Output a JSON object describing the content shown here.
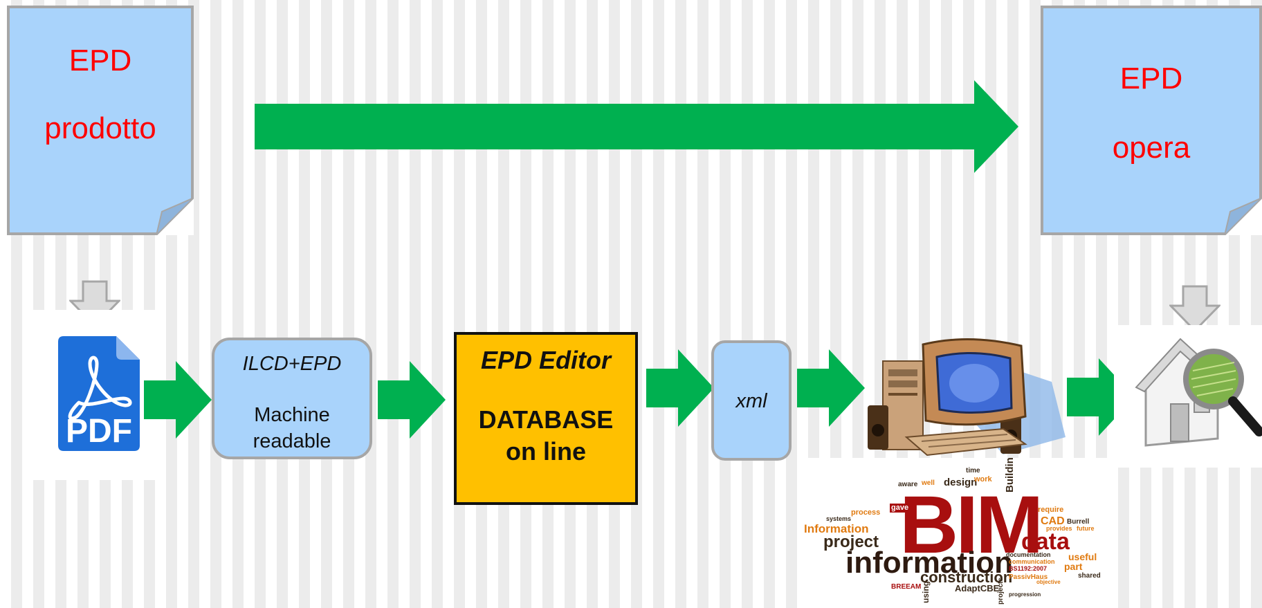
{
  "left_document": {
    "line1": "EPD",
    "line2": "prodotto"
  },
  "right_document": {
    "line1": "EPD",
    "line2": "opera"
  },
  "pdf_icon": {
    "label": "PDF"
  },
  "ilcd_box": {
    "title": "ILCD+EPD",
    "line1": "Machine",
    "line2": "readable"
  },
  "editor_box": {
    "title": "EPD Editor",
    "line1": "DATABASE",
    "line2": "on line"
  },
  "xml_box": {
    "label": "xml"
  },
  "wordcloud": {
    "big": "BIM",
    "information_large": "information",
    "data": "data",
    "project": "project",
    "construction": "construction",
    "information_mid": "Information",
    "design": "design",
    "building": "Building",
    "gave": "gave",
    "cad": "CAD",
    "burrell": "Burrell",
    "work": "work",
    "aware": "aware",
    "well": "well",
    "time": "time",
    "process": "process",
    "systems": "systems",
    "require": "require",
    "useful": "useful",
    "part": "part",
    "shared": "shared",
    "passivhaus": "PassivHaus",
    "adaptcbe": "AdaptCBE",
    "breeam": "BREEAM",
    "using": "using",
    "projects": "projects",
    "documentation": "documentation",
    "communication": "communication",
    "bs": "BS1192:2007",
    "provides": "provides",
    "future": "future",
    "progression": "progression",
    "objective": "objective"
  },
  "colors": {
    "arrow_green": "#00b050",
    "doc_blue": "#a9d3fb",
    "doc_text_red": "#ff0000",
    "editor_fill": "#ffc000",
    "gray_arrow": "#bfbfbf",
    "bim_red": "#a80f0f",
    "cloud_orange": "#e07a10"
  }
}
